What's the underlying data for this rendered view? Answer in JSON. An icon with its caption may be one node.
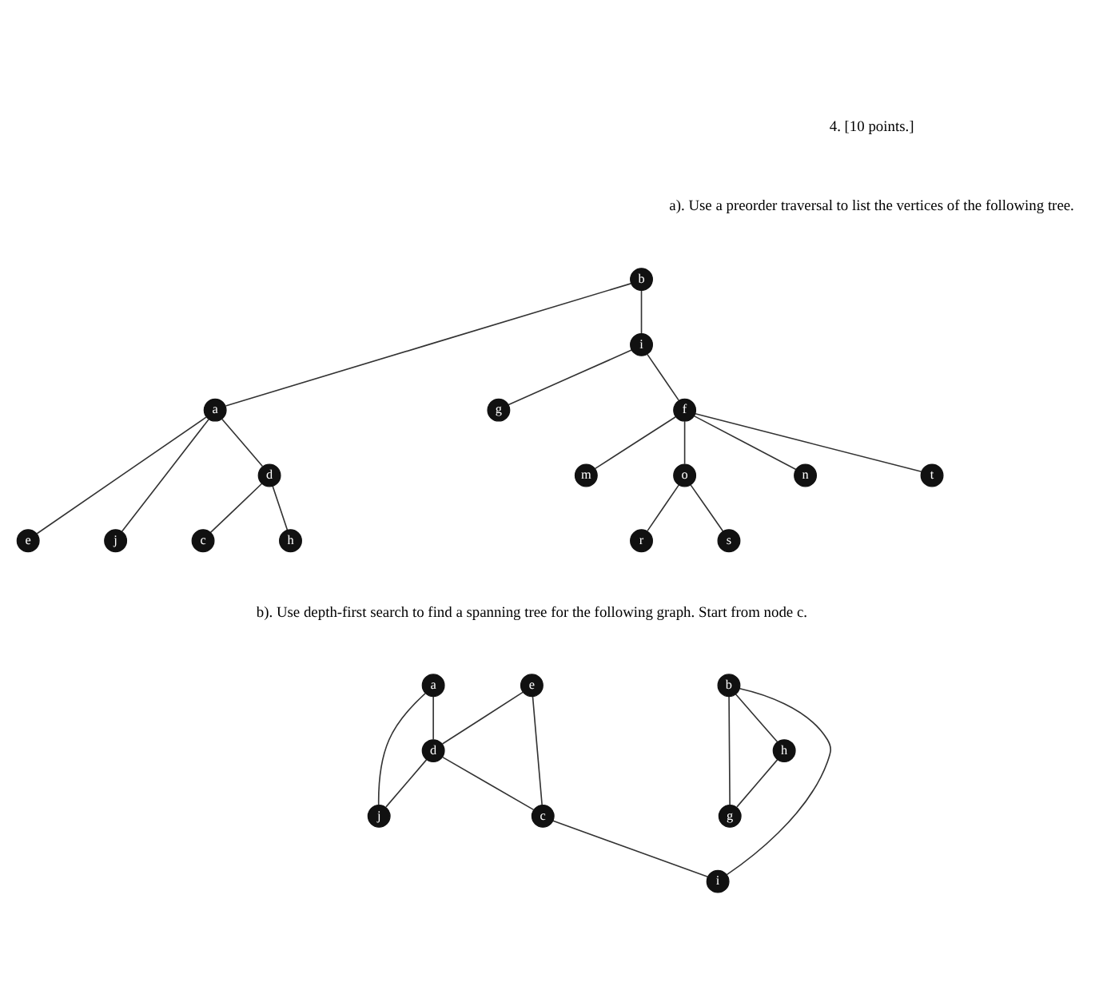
{
  "diagram": {
    "nodes": [
      {
        "text": [
          "b"
        ]
      },
      {
        "text": [
          "a"
        ]
      },
      {
        "text": [
          "i"
        ]
      },
      {
        "text": [
          "e"
        ]
      },
      {
        "text": [
          "j"
        ]
      },
      {
        "text": [
          "d"
        ]
      },
      {
        "text": [
          "g"
        ]
      },
      {
        "text": [
          "f"
        ]
      },
      {
        "text": [
          "m"
        ]
      },
      {
        "text": [
          "o"
        ]
      },
      {
        "text": [
          "n"
        ]
      },
      {
        "text": [
          "t"
        ]
      },
      {
        "text": [
          "c"
        ]
      },
      {
        "text": [
          "h"
        ]
      },
      {
        "text": [
          "r"
        ]
      },
      {
        "text": [
          "s"
        ]
      },
      {
        "text": [
          "a"
        ]
      },
      {
        "text": [
          "e"
        ]
      },
      {
        "text": [
          "b"
        ]
      },
      {
        "text": [
          "g"
        ]
      },
      {
        "text": [
          "d"
        ]
      },
      {
        "text": [
          "h"
        ]
      },
      {
        "text": [
          "j"
        ]
      },
      {
        "text": [
          "c"
        ]
      },
      {
        "text": [
          "i"
        ]
      }
    ],
    "edges": [
      {
        "from": 0,
        "to": 1,
        "arrow": "none"
      },
      {
        "from": 0,
        "to": 2,
        "arrow": "none"
      },
      {
        "from": 1,
        "to": 3,
        "arrow": "none"
      },
      {
        "from": 1,
        "to": 4,
        "arrow": "none"
      },
      {
        "from": 1,
        "to": 5,
        "arrow": "none"
      },
      {
        "from": 2,
        "to": 6,
        "arrow": "none"
      },
      {
        "from": 2,
        "to": 7,
        "arrow": "none"
      },
      {
        "from": 7,
        "to": 8,
        "arrow": "none"
      },
      {
        "from": 7,
        "to": 9,
        "arrow": "none"
      },
      {
        "from": 7,
        "to": 10,
        "arrow": "none"
      },
      {
        "from": 7,
        "to": 11,
        "arrow": "none"
      },
      {
        "from": 5,
        "to": 12,
        "arrow": "none"
      },
      {
        "from": 5,
        "to": 13,
        "arrow": "none"
      },
      {
        "from": 9,
        "to": 14,
        "arrow": "none"
      },
      {
        "from": 9,
        "to": 15,
        "arrow": "none"
      },
      {
        "from": 16,
        "to": 22,
        "arrow": "none"
      },
      {
        "from": 16,
        "to": 20,
        "arrow": "none"
      },
      {
        "from": 20,
        "to": 22,
        "arrow": "none"
      },
      {
        "from": 17,
        "to": 20,
        "arrow": "none"
      },
      {
        "from": 20,
        "to": 23,
        "arrow": "none"
      },
      {
        "from": 17,
        "to": 23,
        "arrow": "none"
      },
      {
        "from": 23,
        "to": 24,
        "arrow": "none"
      },
      {
        "from": 18,
        "to": 24,
        "arrow": "none"
      },
      {
        "from": 18,
        "to": 19,
        "arrow": "none"
      },
      {
        "from": 18,
        "to": 21,
        "arrow": "none"
      },
      {
        "from": 21,
        "to": 19,
        "arrow": "none"
      }
    ],
    "labels": [
      "4. [10 points.]",
      "a). Use a preorder traversal to list the vertices of the following tree.",
      "b). Use depth-first search to find a spanning tree for the following graph. Start from node c."
    ]
  }
}
